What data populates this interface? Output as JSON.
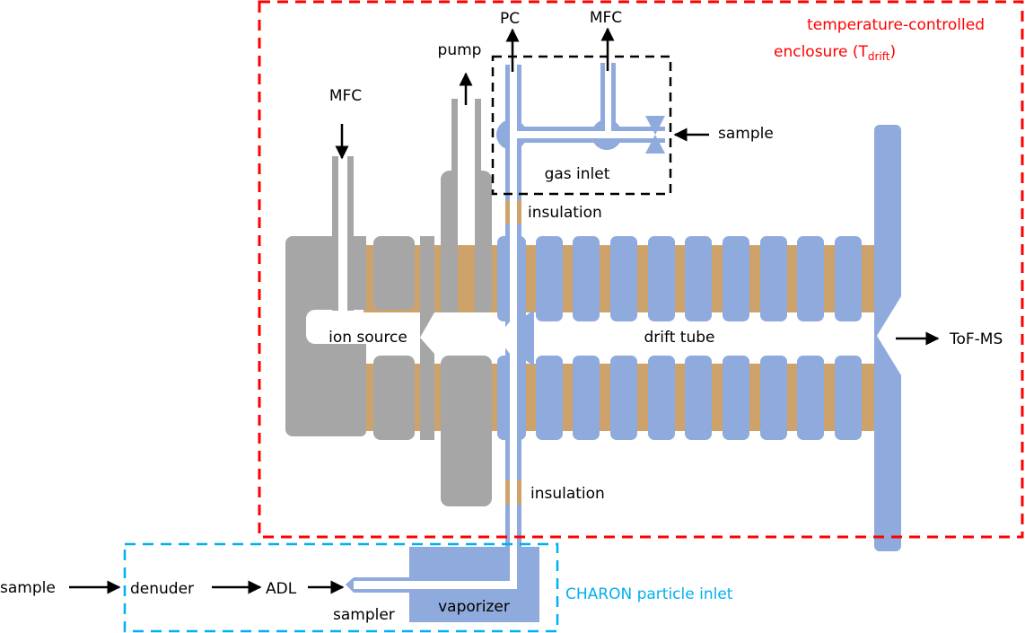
{
  "colors": {
    "enclosure": "#ff0000",
    "charon": "#00b0f0",
    "gas_inlet_box": "#000000",
    "gray_parts": "#a6a6a6",
    "blue_parts": "#8faadc",
    "insulation": "#cda36b"
  },
  "labels": {
    "enclosure_line1": "temperature-controlled",
    "enclosure_line2": "enclosure (T",
    "enclosure_sub": "drift",
    "enclosure_close": ")",
    "mfc_left": "MFC",
    "pump": "pump",
    "pc": "PC",
    "mfc_right": "MFC",
    "sample_gas": "sample",
    "gas_inlet": "gas inlet",
    "insulation_top": "insulation",
    "insulation_bottom": "insulation",
    "ion_source": "ion source",
    "drift_tube": "drift tube",
    "tofms": "ToF-MS",
    "sample_particle": "sample",
    "denuder": "denuder",
    "adl": "ADL",
    "sampler": "sampler",
    "vaporizer": "vaporizer",
    "charon": "CHARON particle inlet"
  }
}
